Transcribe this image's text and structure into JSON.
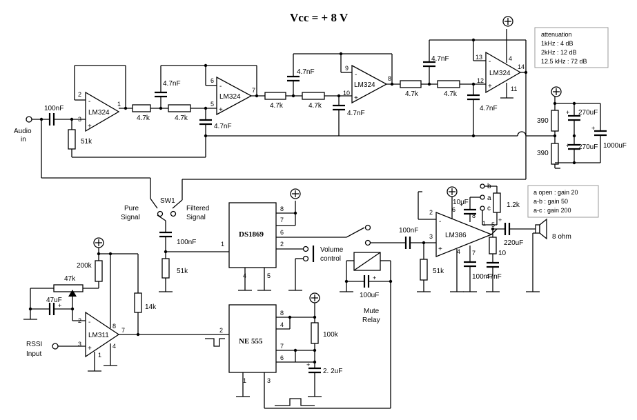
{
  "title": "Vcc = + 8 V",
  "attenuation": {
    "heading": "attenuation",
    "rows": [
      "1kHz      : 4 dB",
      "2kHz      : 12 dB",
      "12.5 kHz : 72 dB"
    ]
  },
  "gain_table": [
    "a open : gain 20",
    "a-b      : gain 50",
    "a-c      : gain 200"
  ],
  "ics": {
    "op1": "LM324",
    "op2": "LM324",
    "op3": "LM324",
    "op4": "LM324",
    "cmp": "LM311",
    "amp": "LM386",
    "dsp": "DS1869",
    "timer": "NE 555"
  },
  "pins": {
    "op1": [
      "2",
      "3",
      "1"
    ],
    "op2": [
      "6",
      "5",
      "7"
    ],
    "op3": [
      "9",
      "10",
      "8"
    ],
    "op4": [
      "13",
      "12",
      "14",
      "4",
      "11"
    ],
    "cmp": [
      "2",
      "3",
      "7",
      "8",
      "4",
      "1"
    ],
    "amp": [
      "2",
      "3",
      "6",
      "7",
      "4",
      "1",
      "5",
      "8"
    ],
    "dsp": [
      "8",
      "7",
      "6",
      "2",
      "1",
      "4",
      "5"
    ],
    "timer": [
      "8",
      "4",
      "7",
      "6",
      "2",
      "1",
      "3"
    ]
  },
  "labels": {
    "audio_in": "Audio\nin",
    "c_in": "100nF",
    "r_bias": "51k",
    "r1": "4.7k",
    "r2": "4.7k",
    "r3": "4.7k",
    "r4": "4.7k",
    "r5": "4.7k",
    "r6": "4.7k",
    "c1": "4.7nF",
    "c2": "4.7nF",
    "c3": "4.7nF",
    "c4": "4.7nF",
    "c5": "4.7nF",
    "c6": "4.7nF",
    "r390a": "390",
    "r390b": "390",
    "c270a": "270uF",
    "c270b": "270uF",
    "c1000": "1000uF",
    "pure_signal": "Pure\nSignal",
    "sw1": "SW1",
    "filtered_signal": "Filtered\nSignal",
    "c_dsp": "100nF",
    "r_dsp": "51k",
    "volume_control": "Volume\ncontrol",
    "c_amp_in": "100nF",
    "r_amp": "51k",
    "c_100nf_b": "100nF",
    "c_47nf": "47nF",
    "r_10": "10",
    "c_220": "220uF",
    "speaker": "8 ohm",
    "c_10uf": "10uF",
    "r_1k2": "1.2k",
    "a": "a",
    "b": "b",
    "c": "c",
    "c_relay": "100uF",
    "mute_relay": "Mute\nRelay",
    "r_200k": "200k",
    "r_47k": "47k",
    "c_47uf": "47uF",
    "r_14k": "14k",
    "rssi_input": "RSSI\nInput",
    "r_100k": "100k",
    "c_2u2": "2. 2uF"
  }
}
